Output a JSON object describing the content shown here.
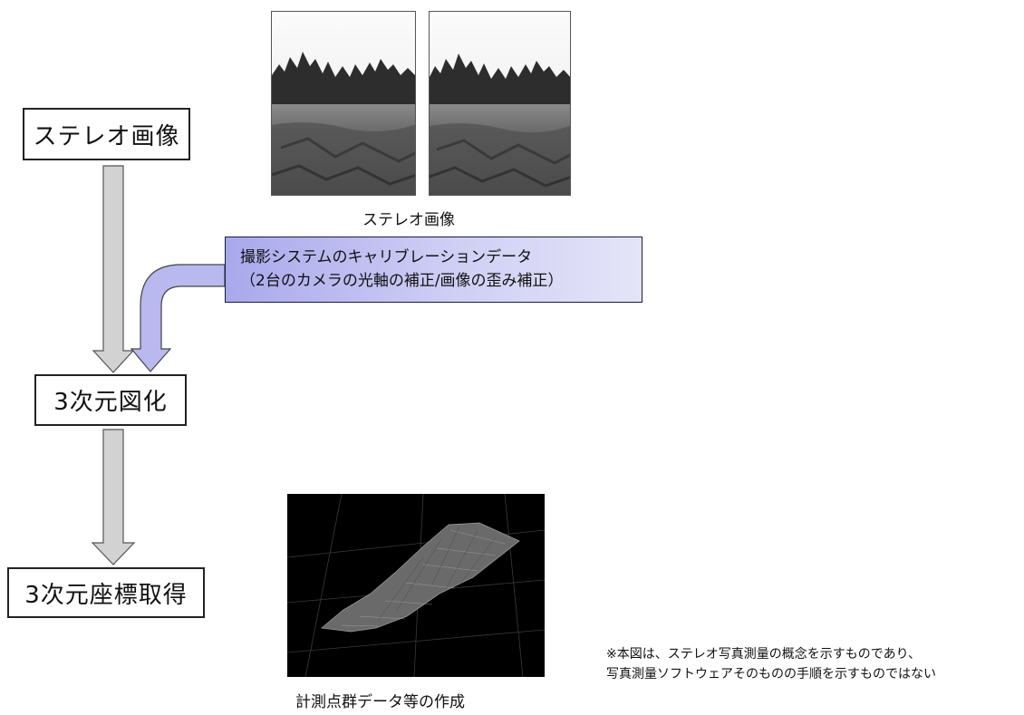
{
  "steps": {
    "stereo": "ステレオ画像",
    "plotting": "3次元図化",
    "coords": "3次元座標取得"
  },
  "calibration": {
    "line1": "撮影システムのキャリブレーションデータ",
    "line2": "（2台のカメラの光軸の補正/画像の歪み補正）"
  },
  "images": {
    "stereo_caption": "ステレオ画像",
    "pointcloud_caption": "計測点群データ等の作成"
  },
  "note": {
    "line1": "※本図は、ステレオ写真測量の概念を示すものであり、",
    "line2": "写真測量ソフトウェアそのものの手順を示すものではない"
  },
  "colors": {
    "arrow_gray": "#d2d2d2",
    "calib_arrow": "#b9b9ef",
    "calib_box": "#b3b2ee"
  }
}
